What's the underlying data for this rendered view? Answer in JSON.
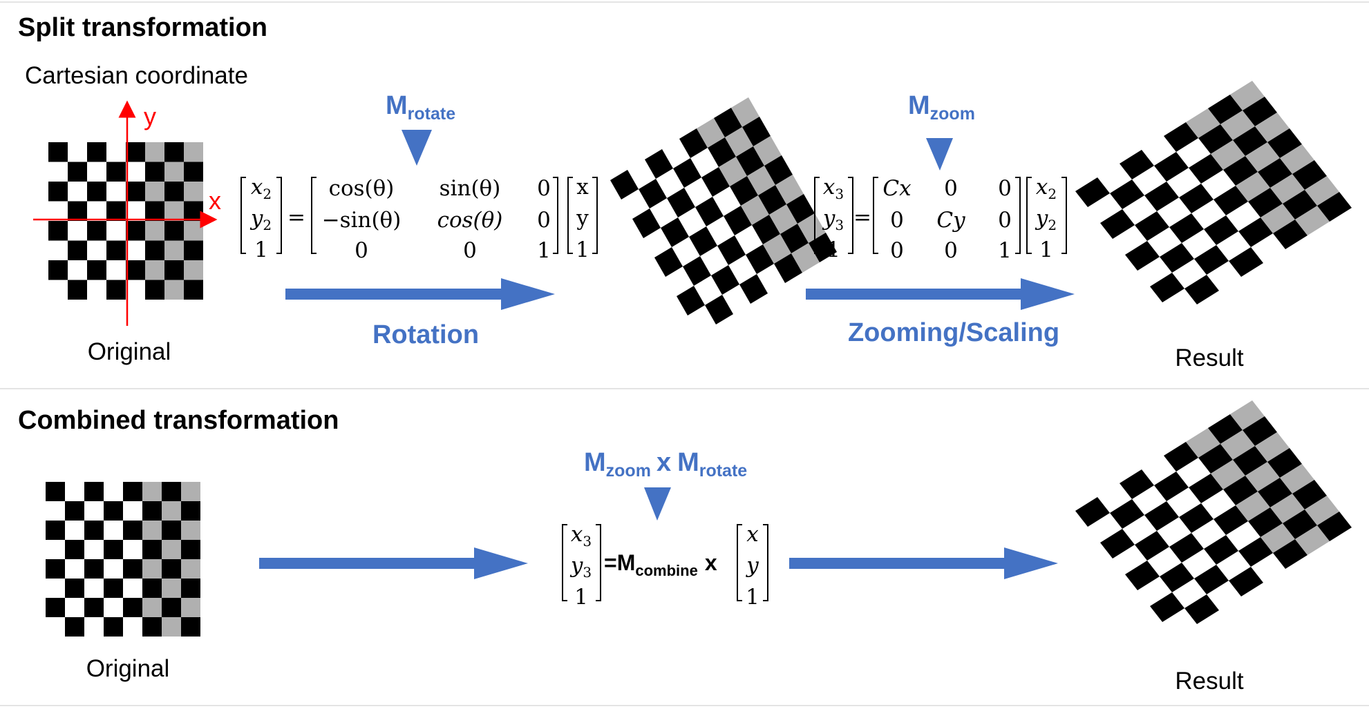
{
  "split": {
    "title": "Split transformation",
    "coord_label": "Cartesian coordinate",
    "axis_x": "x",
    "axis_y": "y",
    "original_label": "Original",
    "m_rotate_main": "M",
    "m_rotate_sub": "rotate",
    "m_zoom_main": "M",
    "m_zoom_sub": "zoom",
    "rotation_label": "Rotation",
    "zoom_label": "Zooming/Scaling",
    "result_label": "Result",
    "rotation_eq": {
      "lhs": [
        "x",
        "y",
        "1"
      ],
      "lhs_sub": [
        "2",
        "2",
        ""
      ],
      "equals": "=",
      "matrix": [
        [
          "cos(θ)",
          "sin(θ)",
          "0"
        ],
        [
          "−sin(θ)",
          "cos(θ)",
          "0"
        ],
        [
          "0",
          "0",
          "1"
        ]
      ],
      "rhs": [
        "x",
        "y",
        "1"
      ]
    },
    "zoom_eq": {
      "lhs": [
        "x",
        "y",
        "1"
      ],
      "lhs_sub": [
        "3",
        "3",
        ""
      ],
      "equals": "=",
      "matrix": [
        [
          "Cx",
          "0",
          "0"
        ],
        [
          "0",
          "Cy",
          "0"
        ],
        [
          "0",
          "0",
          "1"
        ]
      ],
      "rhs": [
        "x",
        "y",
        "1"
      ],
      "rhs_sub": [
        "2",
        "2",
        ""
      ]
    }
  },
  "combined": {
    "title": "Combined transformation",
    "original_label": "Original",
    "result_label": "Result",
    "m_label_main1": "M",
    "m_label_sub1": "zoom",
    "m_label_x": "x",
    "m_label_main2": "M",
    "m_label_sub2": "rotate",
    "eq": {
      "lhs": [
        "x",
        "y",
        "1"
      ],
      "lhs_sub": [
        "3",
        "3",
        ""
      ],
      "equals": "=",
      "m_main": "M",
      "m_sub": "combine",
      "times": "x",
      "rhs": [
        "x",
        "y",
        "1"
      ]
    }
  },
  "colors": {
    "accent_blue": "#4472c4",
    "axis_red": "#ff0000",
    "gray_square": "#b0b0b0",
    "black_square": "#000000"
  }
}
